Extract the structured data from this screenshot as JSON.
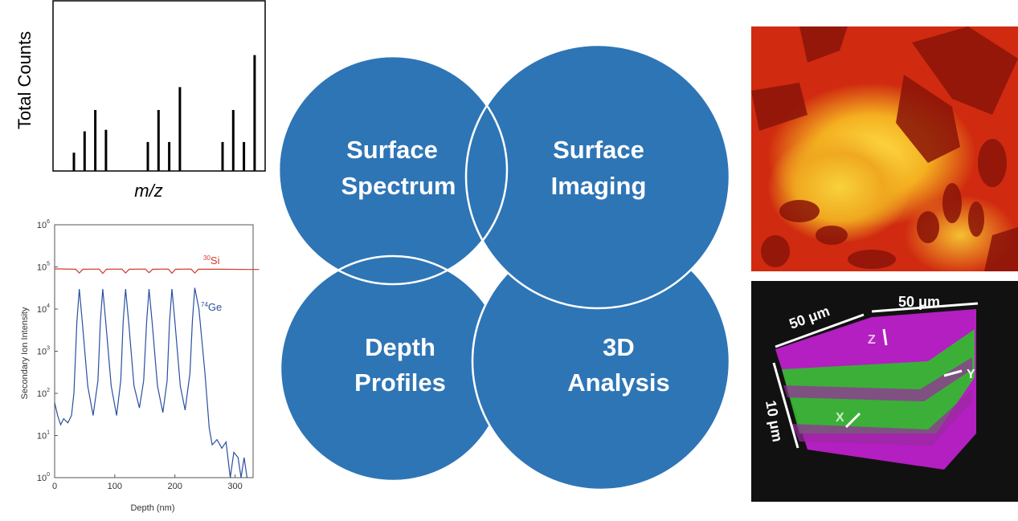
{
  "spectrum": {
    "ylabel": "Total Counts",
    "xlabel": "m/z",
    "peak_groups": [
      [
        0.12,
        0.26,
        0.4,
        0.27
      ],
      [
        0.19,
        0.4,
        0.19,
        0.55
      ],
      [
        0.19,
        0.4,
        0.19,
        0.76
      ]
    ]
  },
  "venn": {
    "surface_spectrum": [
      "Surface",
      "Spectrum"
    ],
    "surface_imaging": [
      "Surface",
      "Imaging"
    ],
    "depth_profiles": [
      "Depth",
      "Profiles"
    ],
    "analysis_3d": [
      "3D",
      "Analysis"
    ],
    "circle_color": "#2e75b6"
  },
  "chart_data": {
    "type": "line",
    "xlabel": "Depth (nm)",
    "ylabel": "Secondary Ion Intensity",
    "xlim": [
      0,
      330
    ],
    "ylim_log10": [
      0,
      6
    ],
    "x_ticks": [
      "0",
      "100",
      "200",
      "300"
    ],
    "y_ticks": [
      "0",
      "1",
      "2",
      "3",
      "4",
      "5",
      "6"
    ],
    "series": [
      {
        "name": "Si",
        "mass": "30",
        "color": "#d23a2a",
        "points": [
          [
            0,
            90000
          ],
          [
            35,
            88000
          ],
          [
            41,
            72000
          ],
          [
            47,
            88000
          ],
          [
            74,
            89000
          ],
          [
            80,
            70000
          ],
          [
            86,
            88000
          ],
          [
            112,
            89000
          ],
          [
            118,
            72000
          ],
          [
            124,
            88000
          ],
          [
            151,
            89000
          ],
          [
            157,
            73000
          ],
          [
            163,
            88000
          ],
          [
            189,
            89000
          ],
          [
            195,
            71000
          ],
          [
            201,
            88000
          ],
          [
            227,
            89000
          ],
          [
            233,
            72000
          ],
          [
            239,
            88000
          ],
          [
            280,
            88000
          ],
          [
            320,
            87000
          ],
          [
            340,
            87000
          ]
        ]
      },
      {
        "name": "Ge",
        "mass": "74",
        "color": "#2a4fa0",
        "points": [
          [
            0,
            60
          ],
          [
            5,
            30
          ],
          [
            10,
            18
          ],
          [
            15,
            25
          ],
          [
            22,
            20
          ],
          [
            28,
            30
          ],
          [
            32,
            100
          ],
          [
            37,
            5000
          ],
          [
            41,
            30000
          ],
          [
            46,
            5000
          ],
          [
            55,
            150
          ],
          [
            64,
            30
          ],
          [
            72,
            200
          ],
          [
            76,
            5000
          ],
          [
            80,
            30000
          ],
          [
            85,
            5000
          ],
          [
            94,
            150
          ],
          [
            103,
            30
          ],
          [
            110,
            200
          ],
          [
            114,
            5000
          ],
          [
            118,
            30000
          ],
          [
            123,
            5000
          ],
          [
            132,
            150
          ],
          [
            141,
            45
          ],
          [
            148,
            200
          ],
          [
            153,
            5000
          ],
          [
            157,
            30000
          ],
          [
            162,
            5000
          ],
          [
            171,
            150
          ],
          [
            180,
            35
          ],
          [
            187,
            200
          ],
          [
            191,
            5000
          ],
          [
            195,
            30000
          ],
          [
            200,
            5000
          ],
          [
            209,
            150
          ],
          [
            217,
            40
          ],
          [
            225,
            300
          ],
          [
            229,
            5000
          ],
          [
            233,
            32000
          ],
          [
            240,
            10000
          ],
          [
            250,
            300
          ],
          [
            257,
            15
          ],
          [
            262,
            6
          ],
          [
            270,
            8
          ],
          [
            278,
            5
          ],
          [
            285,
            7
          ],
          [
            292,
            1
          ],
          [
            298,
            4
          ],
          [
            305,
            3
          ],
          [
            310,
            1
          ],
          [
            315,
            3
          ],
          [
            320,
            1
          ]
        ]
      }
    ]
  },
  "volume": {
    "dim_x": "50 μm",
    "dim_y": "50 μm",
    "dim_z": "10 μm",
    "axis_x": "X",
    "axis_y": "Y",
    "axis_z": "Z"
  }
}
